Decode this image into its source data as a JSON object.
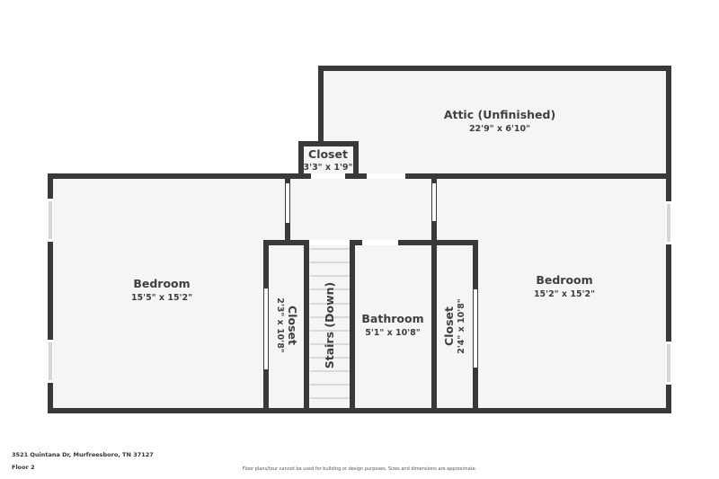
{
  "floor_plan": {
    "rooms": [
      {
        "id": "attic",
        "name": "Attic (Unfinished)",
        "dimensions": "22'9\" x 6'10\""
      },
      {
        "id": "closet-top",
        "name": "Closet",
        "dimensions": "3'3\" x 1'9\""
      },
      {
        "id": "bedroom-left",
        "name": "Bedroom",
        "dimensions": "15'5\" x 15'2\""
      },
      {
        "id": "closet-left",
        "name": "Closet",
        "dimensions": "2'3\" x 10'8\""
      },
      {
        "id": "stairs",
        "name": "Stairs (Down)",
        "dimensions": ""
      },
      {
        "id": "bathroom",
        "name": "Bathroom",
        "dimensions": "5'1\" x 10'8\""
      },
      {
        "id": "closet-right",
        "name": "Closet",
        "dimensions": "2'4\" x 10'8\""
      },
      {
        "id": "bedroom-right",
        "name": "Bedroom",
        "dimensions": "15'2\" x 15'2\""
      }
    ],
    "colors": {
      "wall": "#393939",
      "floor": "#f5f5f5",
      "text": "#3f3f3f"
    }
  },
  "footer": {
    "address": "3521 Quintana Dr, Murfreesboro, TN 37127",
    "floor_label": "Floor 2",
    "disclaimer": "Floor plans/tour cannot be used for building or design purposes. Sizes and dimensions are approximate."
  }
}
